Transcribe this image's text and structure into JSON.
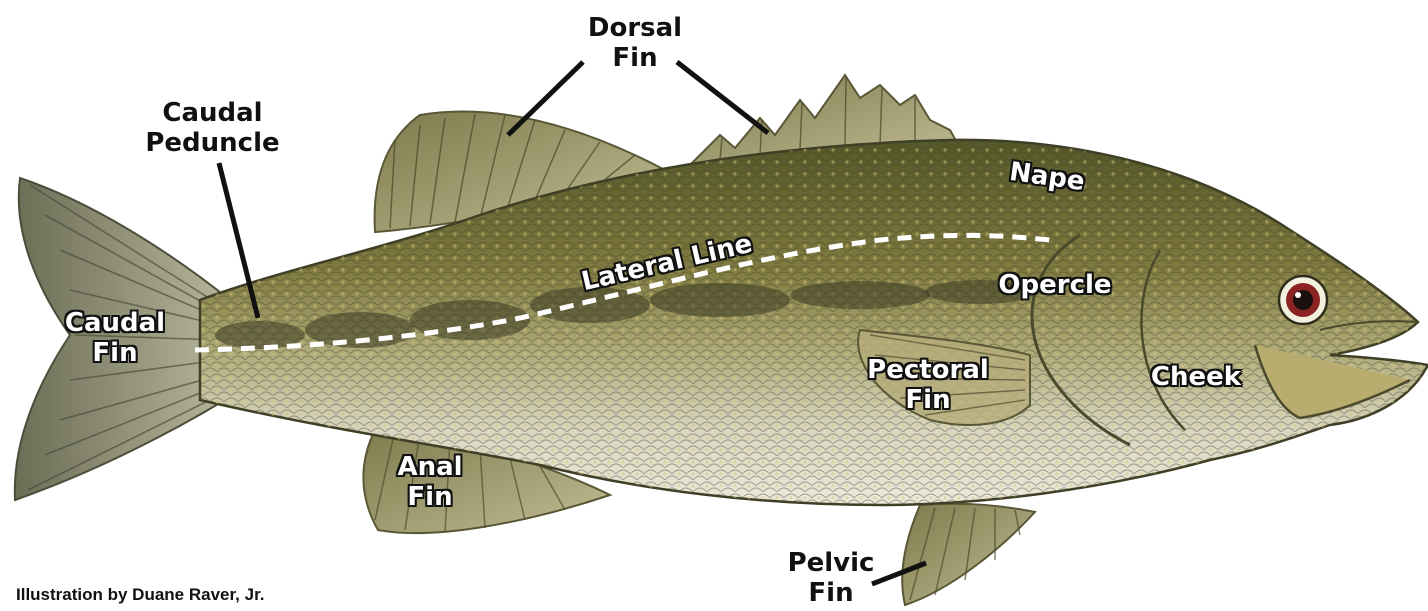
{
  "labels": {
    "dorsal_fin": "Dorsal\nFin",
    "caudal_peduncle": "Caudal\nPeduncle",
    "nape": "Nape",
    "lateral_line": "Lateral Line",
    "opercle": "Opercle",
    "caudal_fin": "Caudal\nFin",
    "pectoral_fin": "Pectoral\nFin",
    "cheek": "Cheek",
    "anal_fin": "Anal\nFin",
    "pelvic_fin": "Pelvic\nFin"
  },
  "credit": "Illustration by Duane Raver, Jr.",
  "colors": {
    "body_dark": "#5e6030",
    "body_mid": "#8f8a4c",
    "belly": "#e4e1cf",
    "fin": "#9a9462",
    "fin_ray": "#5d5a38",
    "blotch": "#3a3a22",
    "eye": "#8b2323",
    "label_outline": "#111111"
  }
}
